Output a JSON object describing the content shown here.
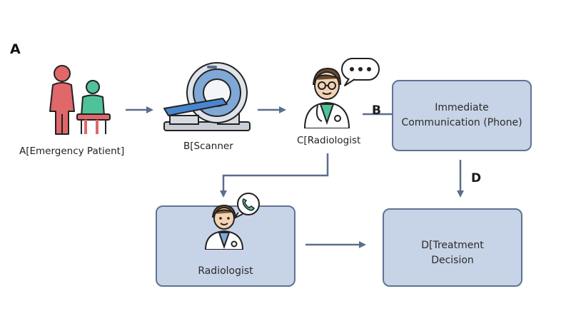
{
  "diagram": {
    "panel_label": "A",
    "nodes": {
      "patient": {
        "label": "A[Emergency Patient]",
        "icon": "emergency-patient-icon"
      },
      "scanner": {
        "label": "B[Scanner",
        "icon": "ct-scanner-icon"
      },
      "radiologist_top": {
        "label": "C[Radiologist",
        "icon": "radiologist-speech-icon"
      },
      "communication": {
        "line1": "Immediate",
        "line2": "Communication (Phone)"
      },
      "radiologist_box": {
        "label": "Radiologist",
        "icon": "radiologist-phone-icon"
      },
      "treatment": {
        "line1": "D[Treatment",
        "line2": "Decision"
      }
    },
    "edge_labels": {
      "to_communication": "B",
      "to_treatment": "D"
    },
    "colors": {
      "box_fill": "#c7d3e6",
      "box_border": "#5f7394",
      "arrow": "#5b6e8c",
      "patient_red": "#e0676a",
      "patient_green": "#4fc29a"
    }
  }
}
